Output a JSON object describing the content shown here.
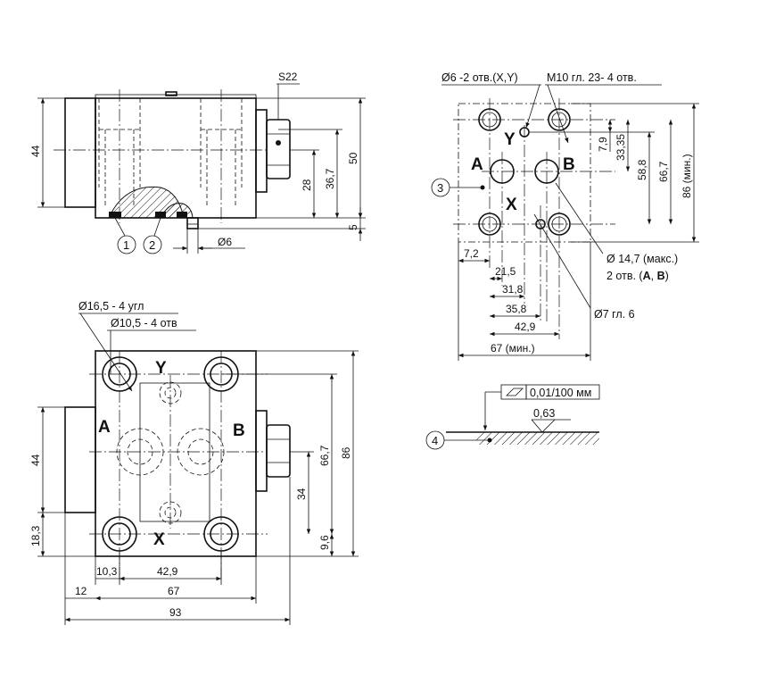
{
  "labels": {
    "port_a": "A",
    "port_b": "B",
    "port_x": "X",
    "port_y": "Y",
    "callout_1": "1",
    "callout_2": "2",
    "callout_3": "3",
    "callout_4": "4"
  },
  "side_view": {
    "wrench": "S22",
    "dim_44": "44",
    "dim_50": "50",
    "dim_36_7": "36,7",
    "dim_28": "28",
    "dim_5": "5",
    "dim_d6": "Ø6"
  },
  "top_view": {
    "note_counterbore": "Ø16,5 - 4 угл",
    "note_holes": "Ø10,5 - 4 отв",
    "dim_44": "44",
    "dim_18_3": "18,3",
    "dim_10_3": "10,3",
    "dim_42_9": "42,9",
    "dim_12": "12",
    "dim_67": "67",
    "dim_93": "93",
    "dim_66_7": "66,7",
    "dim_86": "86",
    "dim_34": "34",
    "dim_9_6": "9,6"
  },
  "interface": {
    "note_pilot_holes": "Ø6 -2 отв.(X,Y)",
    "note_threads": "M10 гл. 23- 4 отв.",
    "dim_7_9": "7,9",
    "dim_33_35": "33,35",
    "dim_58_8": "58,8",
    "dim_66_7": "66,7",
    "dim_86_min": "86 (мин.)",
    "dim_7_2": "7,2",
    "dim_21_5": "21,5",
    "dim_31_8": "31,8",
    "dim_35_8": "35,8",
    "dim_42_9": "42,9",
    "dim_67_min": "67 (мин.)",
    "note_port_dia": "Ø 14,7 (макс.)",
    "note_port_count": "2 отв. (",
    "note_port_a": "A",
    "note_port_sep": ", ",
    "note_port_b": "B",
    "note_port_close": ")",
    "note_pilot_depth": "Ø7 гл. 6"
  },
  "surface": {
    "flatness": "0,01/100 мм",
    "roughness": "0,63"
  }
}
